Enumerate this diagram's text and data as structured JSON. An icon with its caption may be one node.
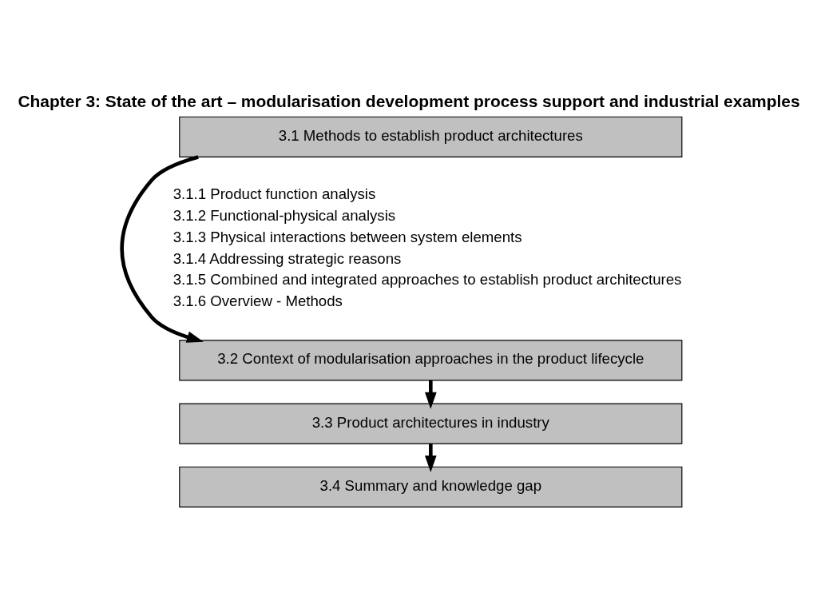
{
  "diagram": {
    "title": "Chapter 3: State of the art – modularisation development process support and industrial examples",
    "nodes": [
      {
        "text": [
          "3.1 Methods to establish product architectures"
        ]
      },
      {
        "text": [
          "3.2 Context of modularisation approaches in the product lifecycle"
        ]
      },
      {
        "text": [
          "3.3 Product architectures in industry"
        ]
      },
      {
        "text": [
          "3.4 Summary and knowledge gap"
        ]
      }
    ],
    "edges": [
      {
        "from": 0,
        "to": 1,
        "arrow": "to"
      },
      {
        "from": 1,
        "to": 2,
        "arrow": "to"
      },
      {
        "from": 2,
        "to": 3,
        "arrow": "to"
      }
    ],
    "labels": [
      "3.1.1 Product function analysis",
      "3.1.2 Functional-physical analysis",
      "3.1.3 Physical interactions between system elements",
      "3.1.4 Addressing strategic reasons",
      "3.1.5 Combined and integrated approaches to establish product architectures",
      "3.1.6 Overview - Methods"
    ]
  }
}
